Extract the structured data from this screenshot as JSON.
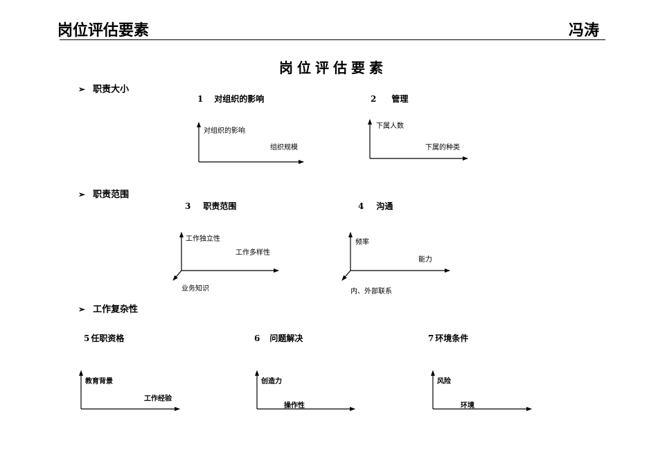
{
  "header": {
    "left_title": "岗位评估要素",
    "right_name": "冯涛"
  },
  "page_title": "岗位评估要素",
  "sections": [
    {
      "bullet": "➢",
      "label": "职责大小"
    },
    {
      "bullet": "➢",
      "label": "职责范围"
    },
    {
      "bullet": "➢",
      "label": "工作复杂性"
    }
  ],
  "factors": [
    {
      "number": "1",
      "name": "对组织的影响",
      "y_label": "对组织的影响",
      "x_label": "组织规模"
    },
    {
      "number": "2",
      "name": "管理",
      "y_label": "下属人数",
      "x_label": "下属的种类"
    },
    {
      "number": "3",
      "name": "职责范围",
      "y_label": "工作独立性",
      "x_label": "工作多样性",
      "z_label": "业务知识"
    },
    {
      "number": "4",
      "name": "沟通",
      "y_label": "频率",
      "x_label": "能力",
      "z_label": "内、外部联系"
    },
    {
      "number": "5",
      "name": "任职资格",
      "y_label": "教育背景",
      "x_label": "工作经验"
    },
    {
      "number": "6",
      "name": "问题解决",
      "y_label": "创造力",
      "x_label": "操作性"
    },
    {
      "number": "7",
      "name": "环境条件",
      "y_label": "风险",
      "x_label": "环境"
    }
  ]
}
